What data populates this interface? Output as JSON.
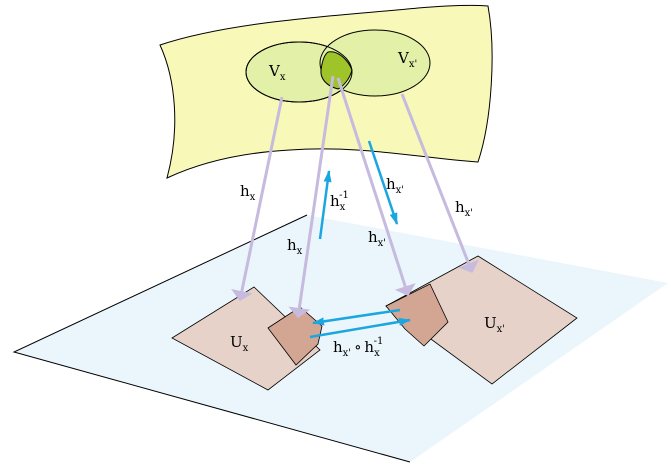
{
  "manifold_chart_diagram": {
    "labels": {
      "V": "V",
      "U": "U",
      "h": "h",
      "x": "x",
      "x_prime": "x'",
      "inverse": "-1",
      "compose": "∘"
    },
    "colors": {
      "manifold_fill": "#f8f8b8",
      "manifold_stroke": "#000000",
      "patch_fill": "#e2f0a8",
      "overlap_fill": "#9ec42a",
      "plane_fill": "#eaf6fc",
      "plane_stroke": "#000000",
      "chart_image_fill": "#e6d2c8",
      "overlap_image_fill": "#d3a694",
      "chart_arrow": "#c6bade",
      "transition_arrow": "#1aa6e0"
    }
  }
}
